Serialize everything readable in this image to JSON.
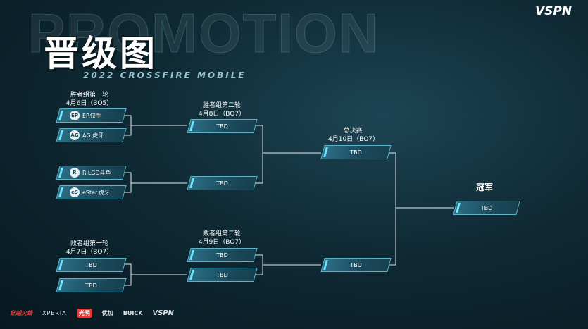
{
  "header": {
    "bg_word": "PROMOTION",
    "title": "晋级图",
    "subtitle": "2022 CROSSFIRE MOBILE",
    "logo": "VSPN"
  },
  "rounds": {
    "winners_r1": {
      "name": "胜者组第一轮",
      "date": "4月6日（BO5）"
    },
    "winners_r2": {
      "name": "胜者组第二轮",
      "date": "4月8日（BO7）"
    },
    "final": {
      "name": "总决赛",
      "date": "4月10日（BO7）"
    },
    "losers_r1": {
      "name": "败者组第一轮",
      "date": "4月7日（BO7）"
    },
    "losers_r2": {
      "name": "败者组第二轮",
      "date": "4月9日（BO7）"
    },
    "champion": {
      "name": "冠军"
    }
  },
  "teams": [
    {
      "name": "EP.快手",
      "icon": "ep-logo-icon"
    },
    {
      "name": "AG.虎牙",
      "icon": "ag-logo-icon"
    },
    {
      "name": "R.LGD斗鱼",
      "icon": "rlgd-logo-icon"
    },
    {
      "name": "eStar.虎牙",
      "icon": "estar-logo-icon"
    }
  ],
  "slots": {
    "tbd": "TBD"
  },
  "sponsors": [
    "穿越火线",
    "XPERIA",
    "光明",
    "优加",
    "BUICK",
    "VSPN"
  ],
  "colors": {
    "accent": "#6fe6ff",
    "slot": "#2b6f86",
    "line": "#ffffff"
  }
}
